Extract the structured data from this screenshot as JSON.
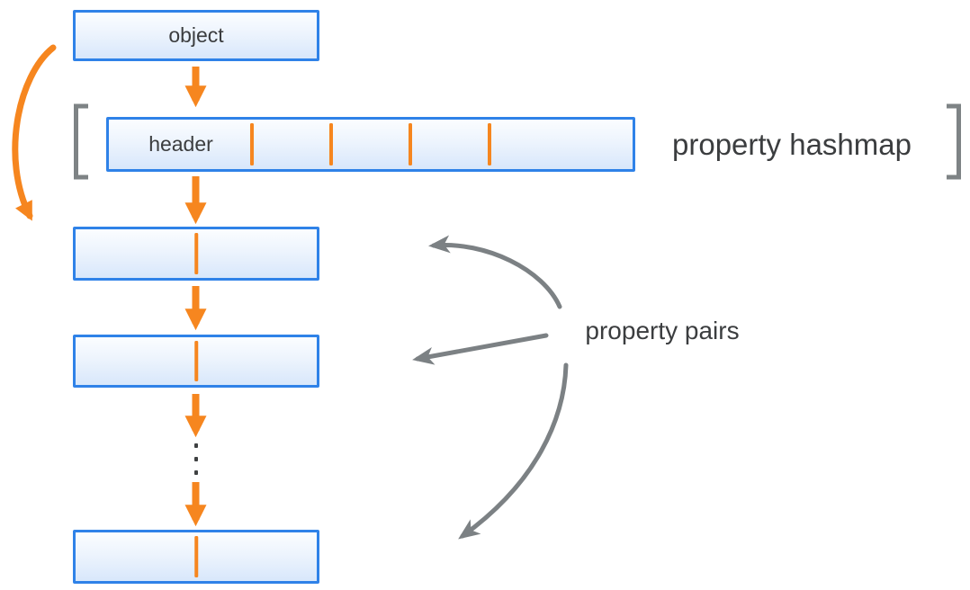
{
  "object_box": {
    "label": "object"
  },
  "hashmap": {
    "header_label": "header",
    "caption": "property hashmap",
    "divider_count": 4
  },
  "pairs": {
    "caption": "property pairs",
    "box_count": 3
  },
  "colors": {
    "accent_orange": "#f6861f",
    "box_border_blue": "#2f82e8",
    "box_fill_top": "#fbfdff",
    "box_fill_bottom": "#d8e7fb",
    "arrow_gray": "#7c8184",
    "bracket_gray": "#7e8385",
    "text_dark": "#3b3d3f",
    "dot_color": "#3f4142"
  }
}
